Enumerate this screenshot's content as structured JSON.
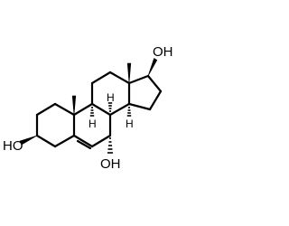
{
  "molecule": {
    "labels": {
      "hydroxyl_3": "HO",
      "hydroxyl_7": "OH",
      "hydroxyl_17": "OH",
      "hydrogen_8": "H",
      "hydrogen_9": "H",
      "hydrogen_14": "H"
    },
    "colors": {
      "bond": "#000000",
      "background": "#ffffff"
    }
  }
}
